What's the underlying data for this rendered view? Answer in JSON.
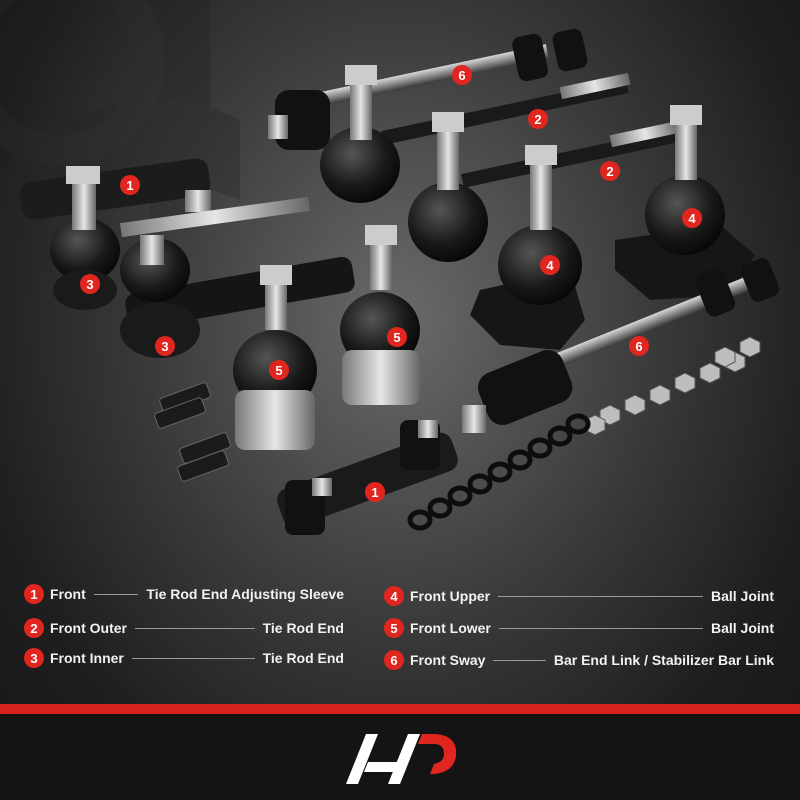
{
  "legend": {
    "left": [
      {
        "num": "1",
        "label": "Front",
        "desc": "Tie Rod End Adjusting Sleeve"
      },
      {
        "num": "2",
        "label": "Front Outer",
        "desc": "Tie Rod End"
      },
      {
        "num": "3",
        "label": "Front Inner",
        "desc": "Tie Rod End"
      }
    ],
    "right": [
      {
        "num": "4",
        "label": "Front Upper",
        "desc": "Ball Joint"
      },
      {
        "num": "5",
        "label": "Front Lower",
        "desc": "Ball Joint"
      },
      {
        "num": "6",
        "label": "Front Sway",
        "desc": "Bar End Link / Stabilizer Bar Link"
      }
    ]
  },
  "photo_badges": [
    "6",
    "2",
    "1",
    "2",
    "4",
    "3",
    "4",
    "3",
    "5",
    "5",
    "6",
    "1"
  ],
  "colors": {
    "accent": "#e0261f",
    "background": "#1b1b1b",
    "text": "#f2f2f2"
  },
  "logo": {
    "icon": "a-premium-logo"
  }
}
